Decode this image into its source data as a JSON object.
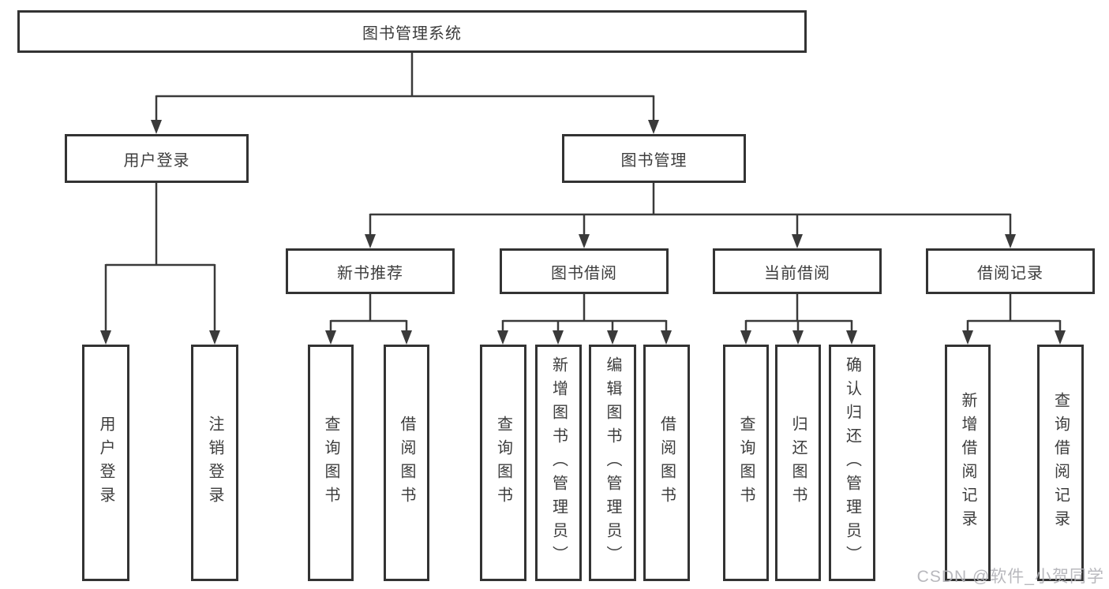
{
  "diagram_title": "图书管理系统",
  "nodes": {
    "root": "图书管理系统",
    "user_login": "用户登录",
    "book_mgmt": "图书管理",
    "new_book_rec": "新书推荐",
    "book_borrow": "图书借阅",
    "current_borrow": "当前借阅",
    "borrow_records": "借阅记录",
    "leaf_user_login": "用户登录",
    "leaf_logout": "注销登录",
    "leaf_query_book_1": "查询图书",
    "leaf_borrow_book_1": "借阅图书",
    "leaf_query_book_2": "查询图书",
    "leaf_add_book": "新增图书（管理员）",
    "leaf_edit_book": "编辑图书（管理员）",
    "leaf_borrow_book_2": "借阅图书",
    "leaf_query_book_3": "查询图书",
    "leaf_return_book": "归还图书",
    "leaf_confirm_return": "确认归还（管理员）",
    "leaf_add_record": "新增借阅记录",
    "leaf_query_record": "查询借阅记录"
  },
  "tree": {
    "label": "图书管理系统",
    "children": [
      {
        "label": "用户登录",
        "children": [
          {
            "label": "用户登录"
          },
          {
            "label": "注销登录"
          }
        ]
      },
      {
        "label": "图书管理",
        "children": [
          {
            "label": "新书推荐",
            "children": [
              {
                "label": "查询图书"
              },
              {
                "label": "借阅图书"
              }
            ]
          },
          {
            "label": "图书借阅",
            "children": [
              {
                "label": "查询图书"
              },
              {
                "label": "新增图书（管理员）"
              },
              {
                "label": "编辑图书（管理员）"
              },
              {
                "label": "借阅图书"
              }
            ]
          },
          {
            "label": "当前借阅",
            "children": [
              {
                "label": "查询图书"
              },
              {
                "label": "归还图书"
              },
              {
                "label": "确认归还（管理员）"
              }
            ]
          },
          {
            "label": "借阅记录",
            "children": [
              {
                "label": "新增借阅记录"
              },
              {
                "label": "查询借阅记录"
              }
            ]
          }
        ]
      }
    ]
  },
  "watermark": {
    "text": "CSDN @软件_小贺同学",
    "color": "#b0b0b6"
  },
  "colors": {
    "line": "#3a3a3a",
    "border": "#333333",
    "text": "#3d3d3d",
    "background": "#ffffff"
  }
}
